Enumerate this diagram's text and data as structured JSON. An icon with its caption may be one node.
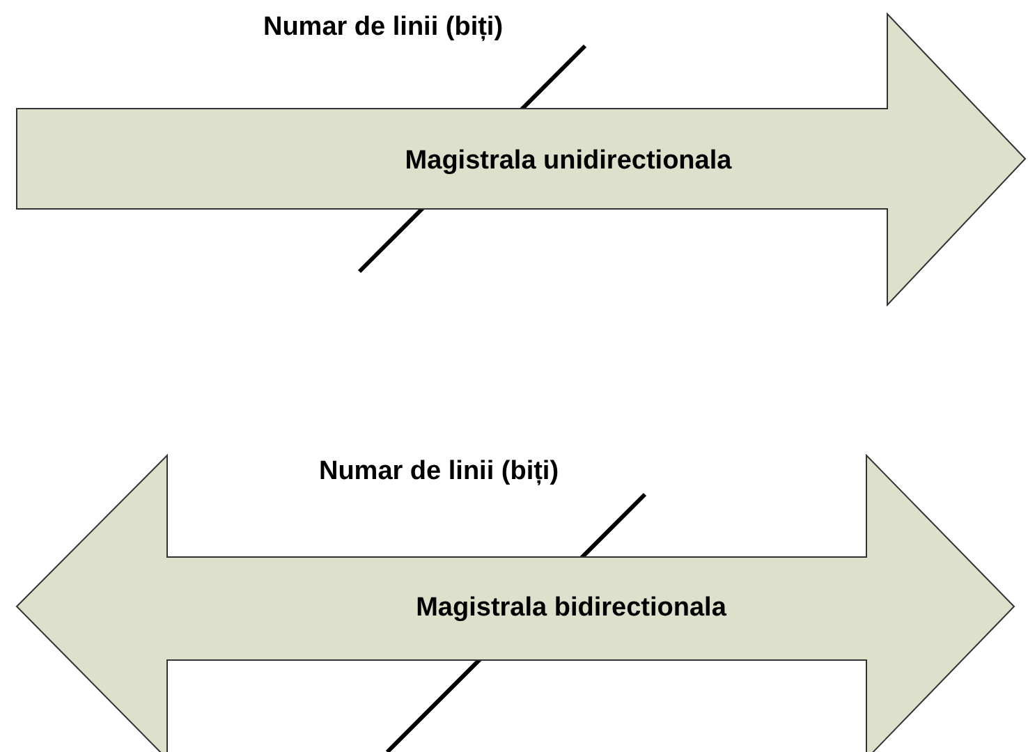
{
  "diagram": {
    "nodes": [
      {
        "text": [
          "Magistrala unidirectionala"
        ],
        "beside": [
          "Numar de linii (biți)"
        ]
      },
      {
        "text": [
          "Magistrala bidirectionala"
        ],
        "beside": [
          "Numar de linii (biți)"
        ]
      }
    ]
  }
}
